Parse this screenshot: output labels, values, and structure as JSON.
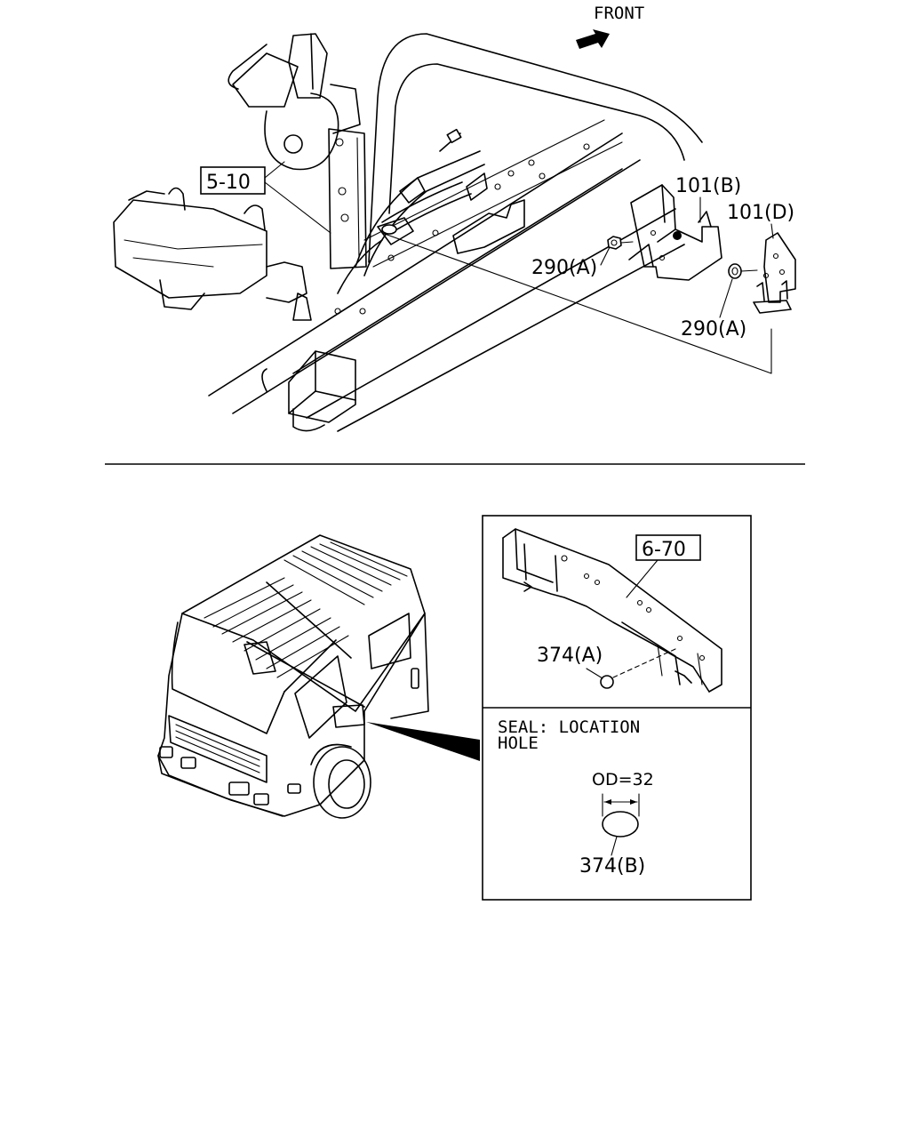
{
  "top_diagram": {
    "direction_label": "FRONT",
    "callouts": {
      "ref_5_10": "5-10",
      "part_101_b": "101(B)",
      "part_101_d": "101(D)",
      "part_290_a_left": "290(A)",
      "part_290_a_right": "290(A)"
    }
  },
  "bottom_diagram": {
    "inset_top": {
      "ref_6_70": "6-70",
      "part_374_a": "374(A)"
    },
    "inset_bottom": {
      "heading_line1": "SEAL: LOCATION",
      "heading_line2": "HOLE",
      "dimension": "OD=32",
      "part_374_b": "374(B)"
    }
  }
}
